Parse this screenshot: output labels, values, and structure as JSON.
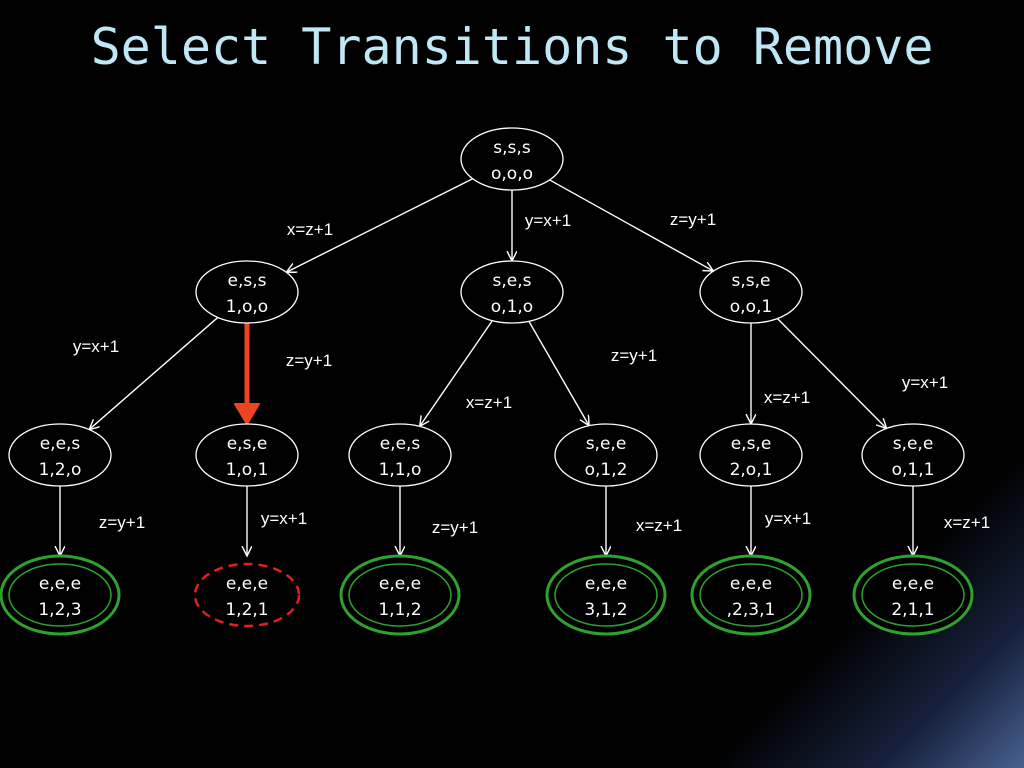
{
  "title": "Select Transitions to Remove",
  "colors": {
    "background": "#000000",
    "title": "#bfe8f7",
    "edge": "#ffffff",
    "accepting_ring": "#2fa12f",
    "removed_ring": "#e0201a",
    "selected_arrow": "#ee4422"
  },
  "nodes": [
    {
      "id": "root",
      "line1": "s,s,s",
      "line2": "o,o,o",
      "style": "normal"
    },
    {
      "id": "n1",
      "line1": "e,s,s",
      "line2": "1,o,o",
      "style": "normal"
    },
    {
      "id": "n2",
      "line1": "s,e,s",
      "line2": "o,1,o",
      "style": "normal"
    },
    {
      "id": "n3",
      "line1": "s,s,e",
      "line2": "o,o,1",
      "style": "normal"
    },
    {
      "id": "n11",
      "line1": "e,e,s",
      "line2": "1,2,o",
      "style": "normal"
    },
    {
      "id": "n12",
      "line1": "e,s,e",
      "line2": "1,o,1",
      "style": "normal"
    },
    {
      "id": "n21",
      "line1": "e,e,s",
      "line2": "1,1,o",
      "style": "normal"
    },
    {
      "id": "n22",
      "line1": "s,e,e",
      "line2": "o,1,2",
      "style": "normal"
    },
    {
      "id": "n31",
      "line1": "e,s,e",
      "line2": "2,o,1",
      "style": "normal"
    },
    {
      "id": "n32",
      "line1": "s,e,e",
      "line2": "o,1,1",
      "style": "normal"
    },
    {
      "id": "l1",
      "line1": "e,e,e",
      "line2": "1,2,3",
      "style": "accepting"
    },
    {
      "id": "l2",
      "line1": "e,e,e",
      "line2": "1,2,1",
      "style": "removed"
    },
    {
      "id": "l3",
      "line1": "e,e,e",
      "line2": "1,1,2",
      "style": "accepting"
    },
    {
      "id": "l4",
      "line1": "e,e,e",
      "line2": "3,1,2",
      "style": "accepting"
    },
    {
      "id": "l5",
      "line1": "e,e,e",
      "line2": ",2,3,1",
      "style": "accepting"
    },
    {
      "id": "l6",
      "line1": "e,e,e",
      "line2": "2,1,1",
      "style": "accepting"
    }
  ],
  "edges": [
    {
      "from": "root",
      "to": "n1",
      "label": "x=z+1",
      "selected": false
    },
    {
      "from": "root",
      "to": "n2",
      "label": "y=x+1",
      "selected": false
    },
    {
      "from": "root",
      "to": "n3",
      "label": "z=y+1",
      "selected": false
    },
    {
      "from": "n1",
      "to": "n11",
      "label": "y=x+1",
      "selected": false
    },
    {
      "from": "n1",
      "to": "n12",
      "label": "z=y+1",
      "selected": true
    },
    {
      "from": "n2",
      "to": "n21",
      "label": "x=z+1",
      "selected": false
    },
    {
      "from": "n2",
      "to": "n22",
      "label": "z=y+1",
      "selected": false
    },
    {
      "from": "n3",
      "to": "n31",
      "label": "x=z+1",
      "selected": false
    },
    {
      "from": "n3",
      "to": "n32",
      "label": "y=x+1",
      "selected": false
    },
    {
      "from": "n11",
      "to": "l1",
      "label": "z=y+1",
      "selected": false
    },
    {
      "from": "n12",
      "to": "l2",
      "label": "y=x+1",
      "selected": false
    },
    {
      "from": "n21",
      "to": "l3",
      "label": "z=y+1",
      "selected": false
    },
    {
      "from": "n22",
      "to": "l4",
      "label": "x=z+1",
      "selected": false
    },
    {
      "from": "n31",
      "to": "l5",
      "label": "y=x+1",
      "selected": false
    },
    {
      "from": "n32",
      "to": "l6",
      "label": "x=z+1",
      "selected": false
    }
  ]
}
